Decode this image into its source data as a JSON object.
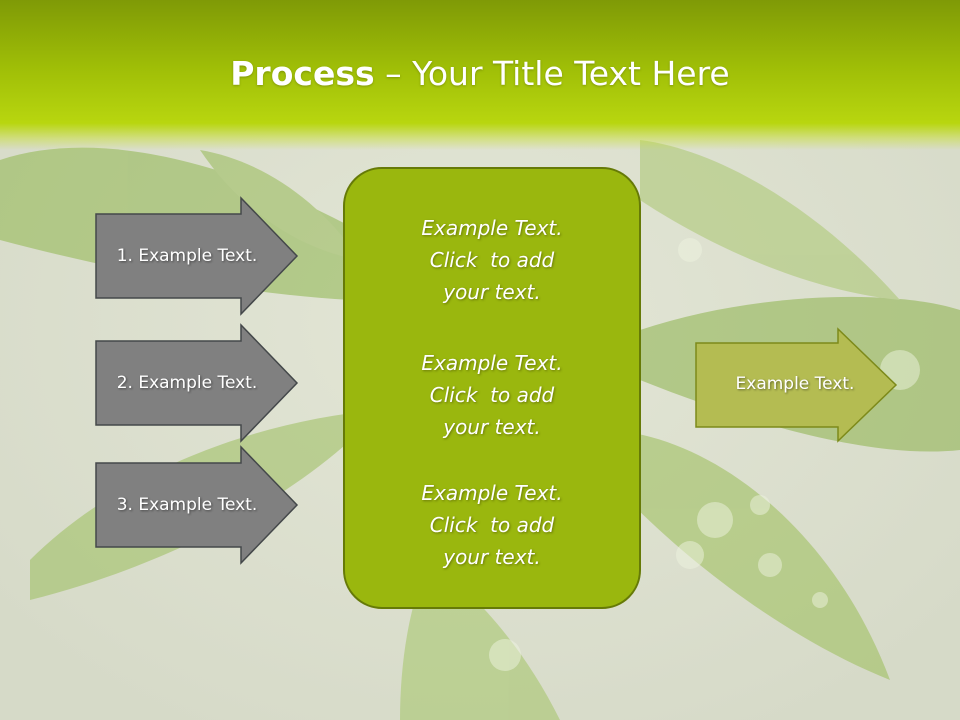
{
  "title": {
    "bold": "Process",
    "rest": " – Your Title Text Here"
  },
  "inputs": [
    {
      "label": "1. Example Text."
    },
    {
      "label": "2. Example Text."
    },
    {
      "label": "3. Example Text."
    }
  ],
  "center_blocks": [
    {
      "line1": "Example Text.",
      "line2": "Click  to add",
      "line3": "your text."
    },
    {
      "line1": "Example Text.",
      "line2": "Click  to add",
      "line3": "your text."
    },
    {
      "line1": "Example Text.",
      "line2": "Click  to add",
      "line3": "your text."
    }
  ],
  "output": {
    "label": "Example Text."
  },
  "colors": {
    "header_green": "#9fbe07",
    "center_box": "#9ab70e",
    "input_arrow": "#808080",
    "output_arrow": "#b4bc52"
  }
}
